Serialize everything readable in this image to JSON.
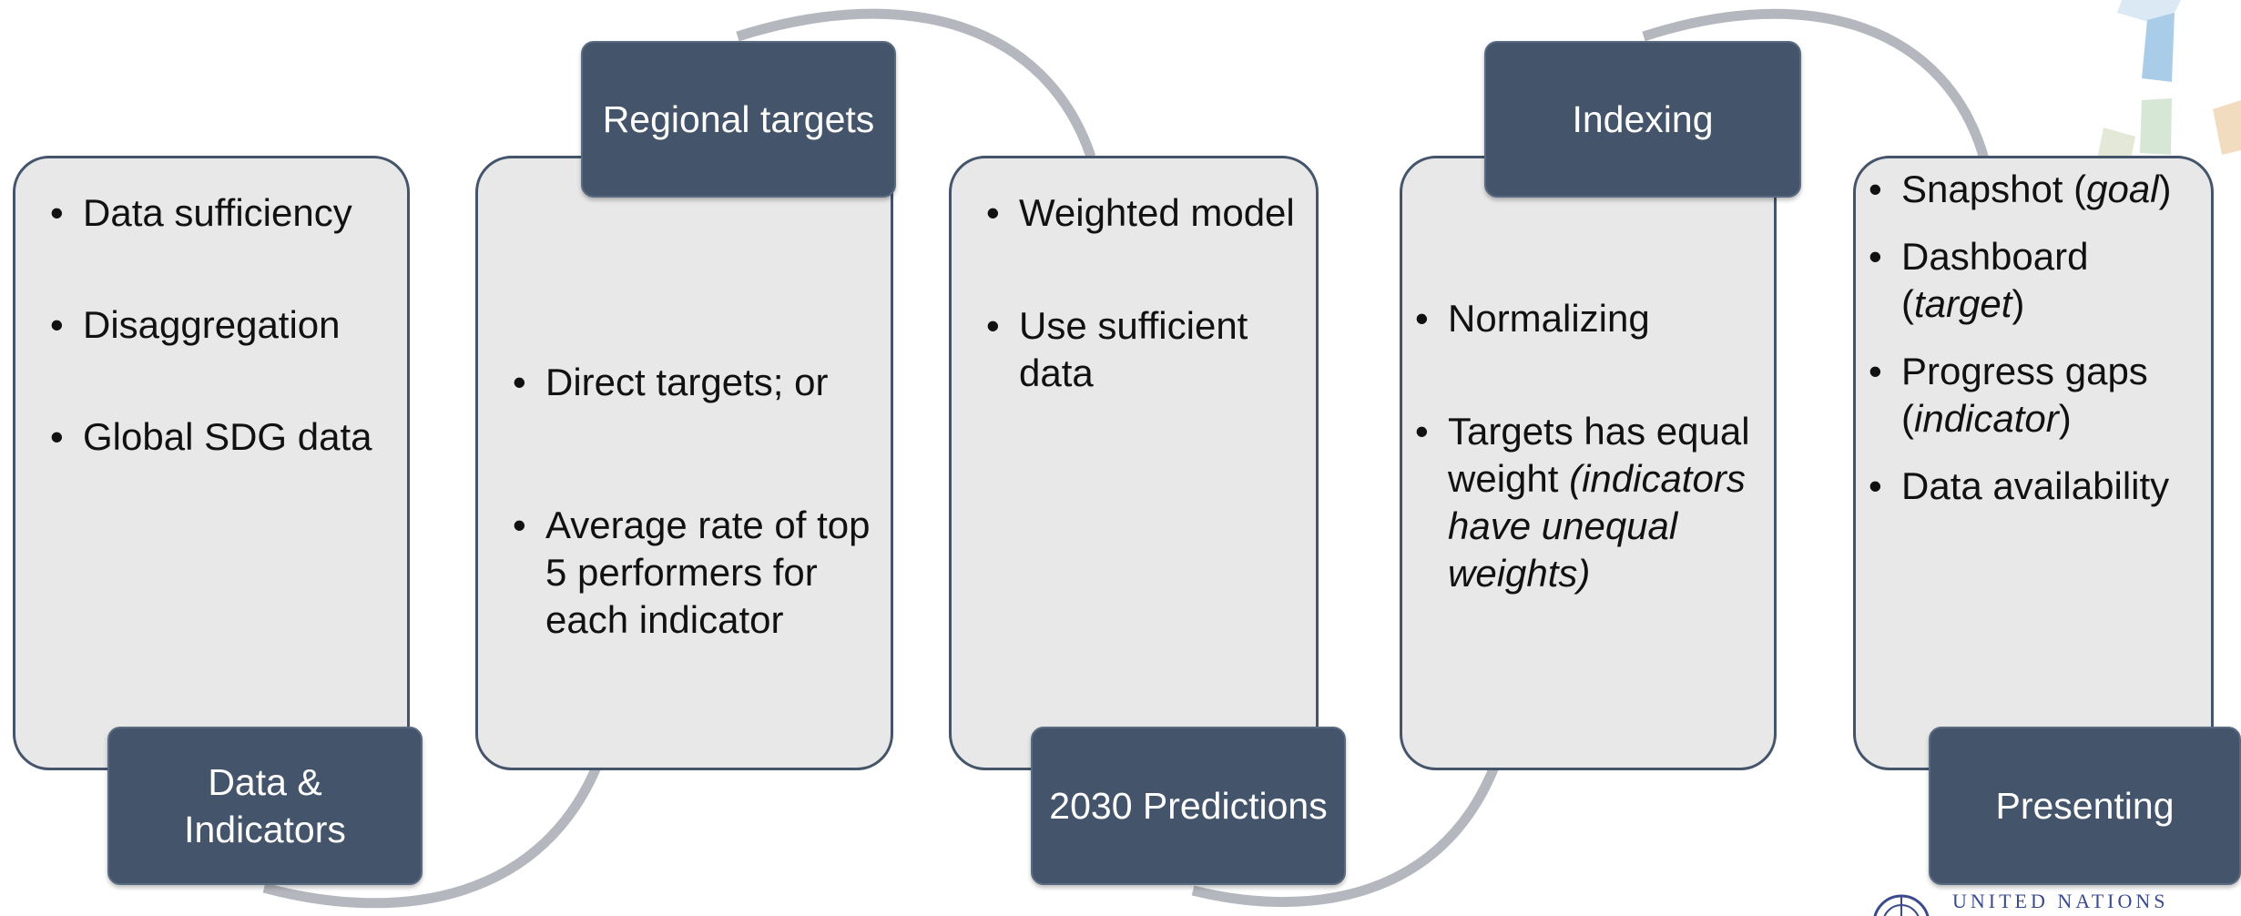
{
  "colors": {
    "card_fill": "#e8e8e8",
    "card_border": "#44546a",
    "label_fill": "#44546a",
    "label_text": "#ffffff",
    "arrow": "#b4b7bd"
  },
  "steps": [
    {
      "label": "Data & Indicators",
      "bullets": [
        [
          "Data sufficiency"
        ],
        [
          "Disaggregation"
        ],
        [
          "Global SDG data"
        ]
      ]
    },
    {
      "label": "Regional targets",
      "bullets": [
        [
          "Direct targets; or"
        ],
        [
          "Average rate of top 5 performers for each indicator"
        ]
      ]
    },
    {
      "label": "2030 Predictions",
      "bullets": [
        [
          "Weighted model"
        ],
        [
          "Use sufficient data"
        ]
      ]
    },
    {
      "label": "Indexing",
      "bullets": [
        [
          "Normalizing"
        ],
        [
          "Targets has equal weight ",
          "(indicators have unequal weights)"
        ]
      ]
    },
    {
      "label": "Presenting",
      "bullets": [
        [
          "Snapshot (",
          "goal",
          ")"
        ],
        [
          "Dashboard (",
          "target",
          ")"
        ],
        [
          "Progress gaps (",
          "indicator",
          ")"
        ],
        [
          "Data availability"
        ]
      ]
    }
  ],
  "logo": {
    "text": "UNITED NATIONS",
    "icon": "un-emblem-icon"
  }
}
